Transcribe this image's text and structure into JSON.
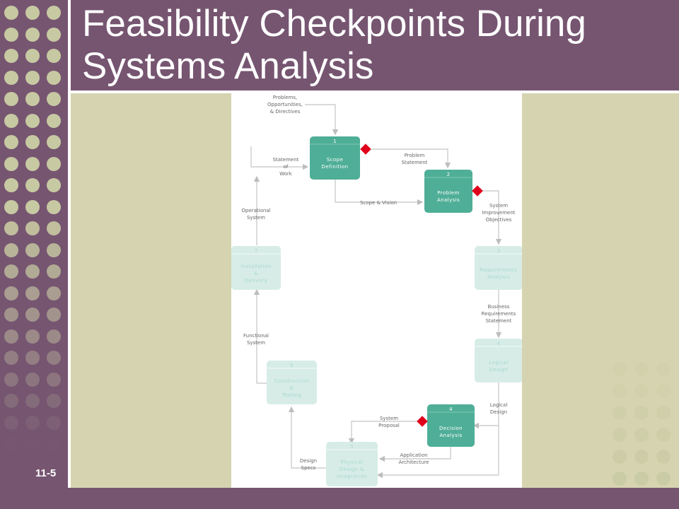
{
  "slide": {
    "title_line1": "Feasibility Checkpoints During",
    "title_line2": "Systems Analysis",
    "slide_number": "11-5"
  },
  "colors": {
    "purple": "#765571",
    "olive_bg": "#d6d4b0",
    "dot": "#c7c9a2",
    "active_phase": "#4fae97",
    "inactive_phase": "#d7ece7",
    "checkpoint": "#e0001b"
  },
  "diagram": {
    "phases": [
      {
        "num": "1",
        "line1": "Scope",
        "line2": "Definition",
        "line3": "",
        "active": true
      },
      {
        "num": "2",
        "line1": "Problem",
        "line2": "Analysis",
        "line3": "",
        "active": true
      },
      {
        "num": "3",
        "line1": "Requirements",
        "line2": "Analysis",
        "line3": "",
        "active": false
      },
      {
        "num": "4",
        "line1": "Logical",
        "line2": "Design",
        "line3": "",
        "active": false
      },
      {
        "num": "4",
        "line1": "Decision",
        "line2": "Analysis",
        "line3": "",
        "active": true
      },
      {
        "num": "5",
        "line1": "Physical",
        "line2": "Design &",
        "line3": "Integration",
        "active": false
      },
      {
        "num": "6",
        "line1": "Construction",
        "line2": "&",
        "line3": "Testing",
        "active": false
      },
      {
        "num": "7",
        "line1": "Installation",
        "line2": "&",
        "line3": "Delivery",
        "active": false
      }
    ],
    "flow_labels": {
      "problems": [
        "Problems,",
        "Opportunities,",
        "& Directives"
      ],
      "statement_of_work": [
        "Statement",
        "of",
        "Work"
      ],
      "problem_statement": [
        "Problem",
        "Statement"
      ],
      "scope_vision": [
        "Scope & Vision"
      ],
      "system_improvement": [
        "System",
        "Improvement",
        "Objectives"
      ],
      "business_requirements": [
        "Business",
        "Requirements",
        "Statement"
      ],
      "logical_design": [
        "Logical",
        "Design"
      ],
      "system_proposal": [
        "System",
        "Proposal"
      ],
      "application_architecture": [
        "Application",
        "Architecture"
      ],
      "design_specs": [
        "Design",
        "Specs"
      ],
      "functional_system": [
        "Functional",
        "System"
      ],
      "operational_system": [
        "Operational",
        "System"
      ]
    }
  }
}
